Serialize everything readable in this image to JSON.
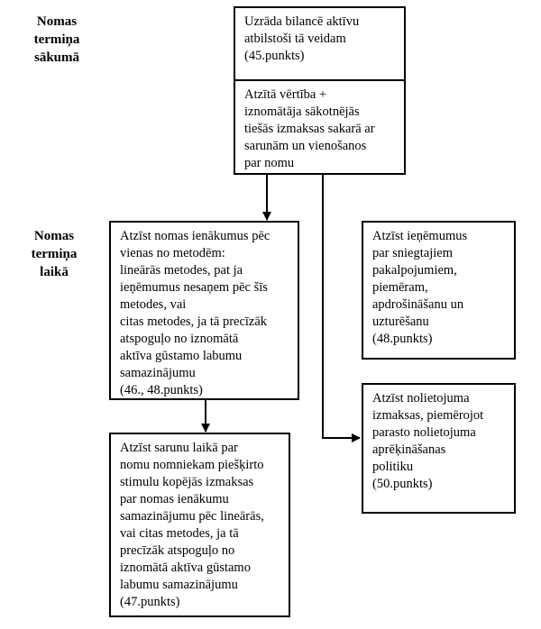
{
  "labels": {
    "start": "Nomas\ntermiņa\nsākumā",
    "during": "Nomas\ntermiņa\nlaikā"
  },
  "boxes": {
    "top_upper": "Uzrāda bilancē aktīvu\natbilstoši tā veidam\n(45.punkts)",
    "top_lower": "Atzītā vērtība +\niznomātāja sākotnējās\ntiešās izmaksas sakarā ar\nsarunām un vienošanos\npar nomu",
    "income": "Atzīst nomas ienākumus pēc\nvienas no metodēm:\nlineārās metodes, pat ja\nieņēmumus nesaņem pēc šīs\nmetodes, vai\ncitas metodes, ja tā precīzāk\natspoguļo no iznomātā\naktīva gūstamo labumu\nsamazinājumu\n(46., 48.punkts)",
    "incentives": "Atzīst sarunu laikā par\nnomu nomniekam piešķirto\nstimulu kopējās izmaksas\npar nomas ienākumu\nsamazinājumu pēc lineārās,\nvai citas metodes, ja tā\nprecīzāk atspoguļo no\niznomātā aktīva gūstamo\nlabumu samazinājumu\n(47.punkts)",
    "services": "Atzīst ieņēmumus\npar sniegtajiem\npakalpojumiem,\npiemēram,\napdrošināšanu un\nuzturēšanu\n(48.punkts)",
    "depreciation": "Atzīst nolietojuma\nizmaksas, piemērojot\nparasto nolietojuma\naprēķināšanas\npolitiku\n(50.punkts)"
  }
}
